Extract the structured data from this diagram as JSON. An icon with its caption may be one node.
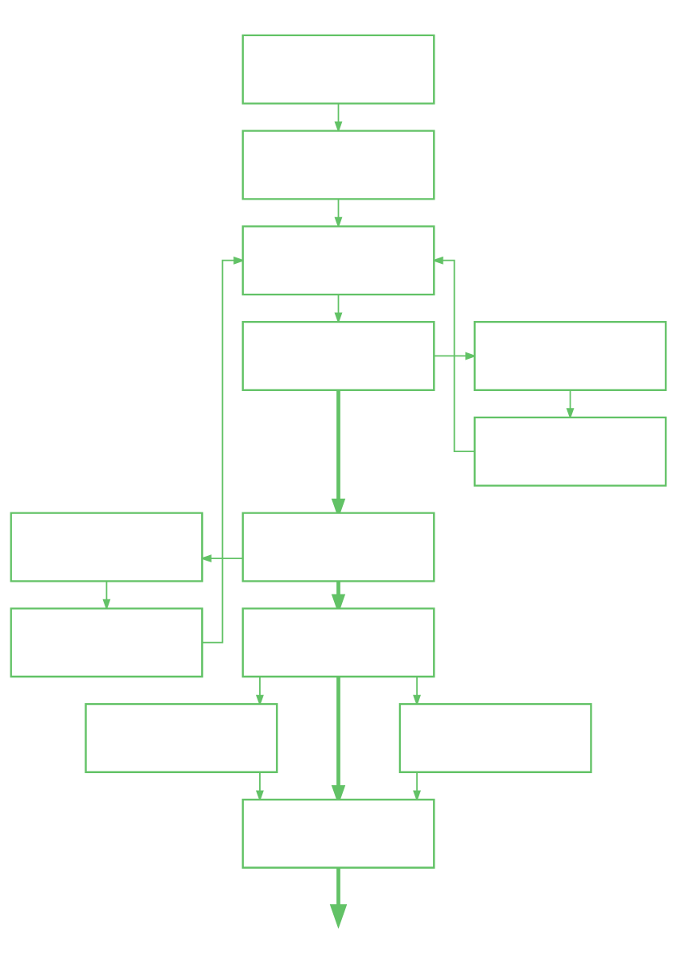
{
  "diagram": {
    "nodes": [
      {
        "text": [],
        "shape": "box"
      },
      {
        "text": [],
        "shape": "box"
      },
      {
        "text": [],
        "shape": "box"
      },
      {
        "text": [],
        "shape": "box"
      },
      {
        "text": [],
        "shape": "box"
      },
      {
        "text": [],
        "shape": "box"
      },
      {
        "text": [],
        "shape": "box"
      },
      {
        "text": [],
        "shape": "box"
      },
      {
        "text": [],
        "shape": "box"
      },
      {
        "text": [],
        "shape": "box"
      },
      {
        "text": [],
        "shape": "box"
      },
      {
        "text": [],
        "shape": "box"
      },
      {
        "text": [],
        "shape": "box"
      }
    ],
    "edges": [
      {
        "from": 0,
        "to": 1,
        "arrow": "to"
      },
      {
        "from": 1,
        "to": 2,
        "arrow": "to"
      },
      {
        "from": 2,
        "to": 3,
        "arrow": "to"
      },
      {
        "from": 3,
        "to": 4,
        "arrow": "to"
      },
      {
        "from": 4,
        "to": 5,
        "arrow": "to"
      },
      {
        "from": 5,
        "to": 2,
        "arrow": "to"
      },
      {
        "from": 3,
        "to": 7,
        "arrow": "to",
        "style": "thick"
      },
      {
        "from": 7,
        "to": 6,
        "arrow": "to"
      },
      {
        "from": 6,
        "to": 8,
        "arrow": "to"
      },
      {
        "from": 8,
        "to": 2,
        "arrow": "to"
      },
      {
        "from": 7,
        "to": 9,
        "arrow": "to",
        "style": "thick"
      },
      {
        "from": 9,
        "to": 10,
        "arrow": "to"
      },
      {
        "from": 9,
        "to": 12,
        "arrow": "to",
        "style": "thick"
      },
      {
        "from": 9,
        "to": 11,
        "arrow": "to"
      },
      {
        "from": 10,
        "to": 12,
        "arrow": "to"
      },
      {
        "from": 11,
        "to": 12,
        "arrow": "to"
      },
      {
        "from": 12,
        "to": null,
        "arrow": "to",
        "style": "thick"
      }
    ]
  }
}
